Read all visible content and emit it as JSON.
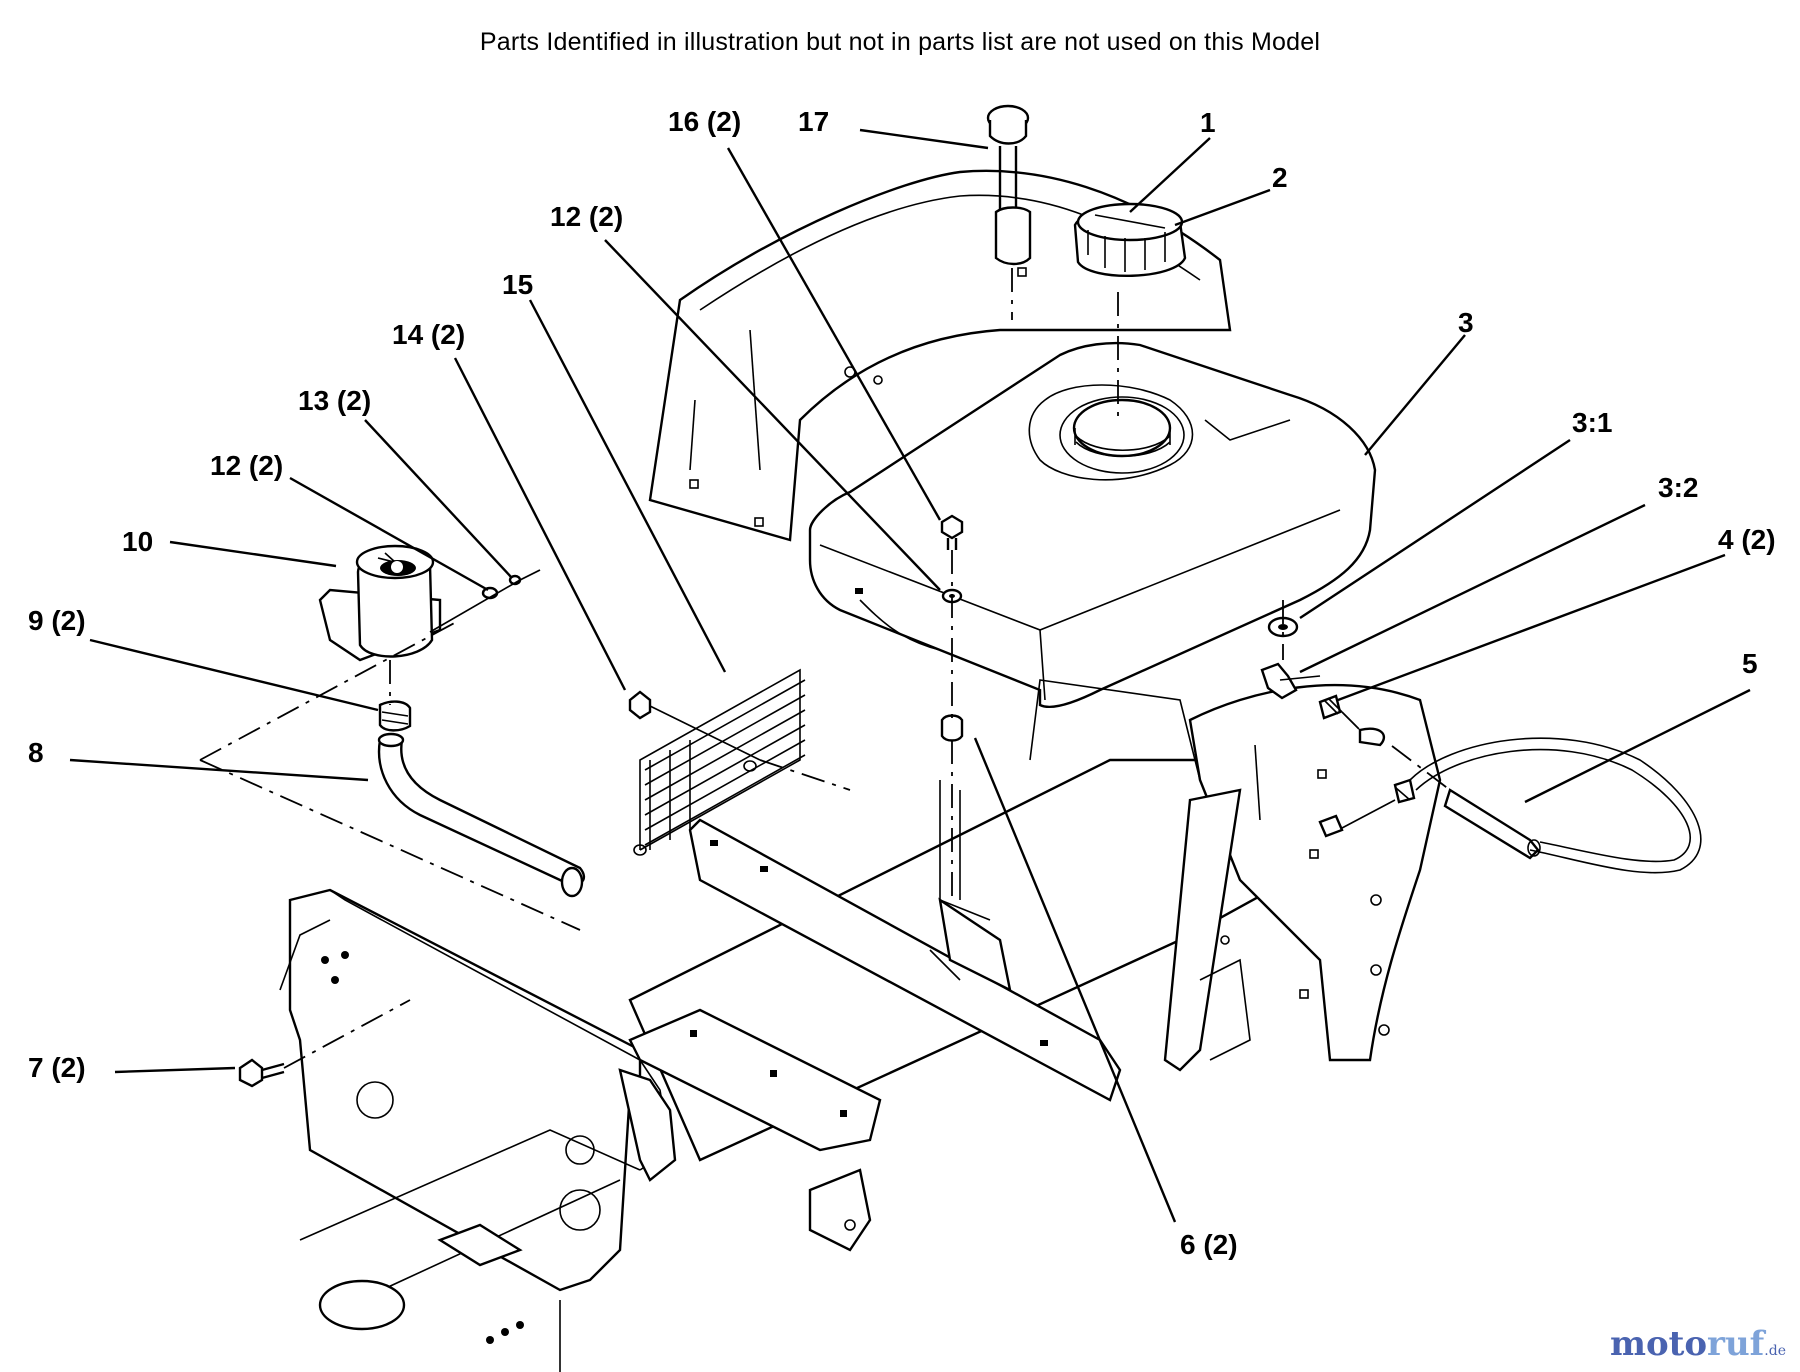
{
  "header": {
    "note": "Parts Identified  in illustration but not in parts list are not used on this Model"
  },
  "callouts": [
    {
      "id": "c1",
      "text": "1"
    },
    {
      "id": "c2",
      "text": "2"
    },
    {
      "id": "c3",
      "text": "3"
    },
    {
      "id": "c31",
      "text": "3:1"
    },
    {
      "id": "c32",
      "text": "3:2"
    },
    {
      "id": "c4",
      "text": "4 (2)"
    },
    {
      "id": "c5",
      "text": "5"
    },
    {
      "id": "c6",
      "text": "6 (2)"
    },
    {
      "id": "c7",
      "text": "7 (2)"
    },
    {
      "id": "c8",
      "text": "8"
    },
    {
      "id": "c9",
      "text": "9 (2)"
    },
    {
      "id": "c10",
      "text": "10"
    },
    {
      "id": "c12a",
      "text": "12 (2)"
    },
    {
      "id": "c12b",
      "text": "12 (2)"
    },
    {
      "id": "c13",
      "text": "13 (2)"
    },
    {
      "id": "c14",
      "text": "14 (2)"
    },
    {
      "id": "c15",
      "text": "15"
    },
    {
      "id": "c16",
      "text": "16 (2)"
    },
    {
      "id": "c17",
      "text": "17"
    }
  ],
  "watermark": {
    "part1": "moto",
    "part2": "ruf",
    "part3": ".de"
  }
}
